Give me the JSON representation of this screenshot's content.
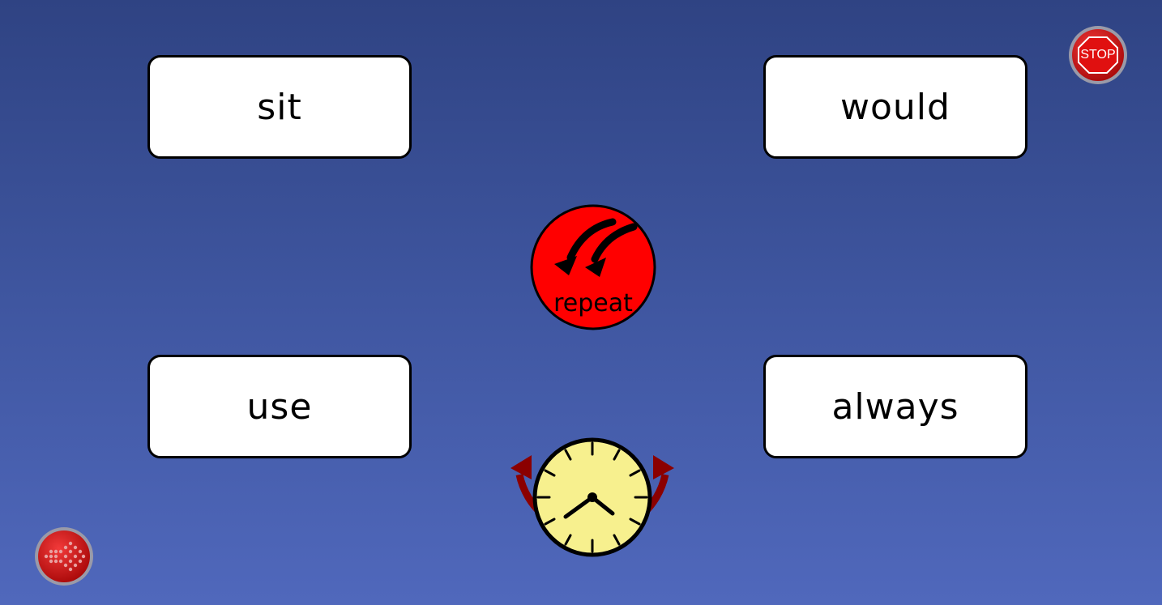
{
  "words": {
    "top_left": "sit",
    "top_right": "would",
    "bottom_left": "use",
    "bottom_right": "always"
  },
  "repeat_button": {
    "label": "repeat",
    "icon": "repeat-arrows-icon"
  },
  "clock_button": {
    "icon": "clock-icon"
  },
  "stop_button": {
    "label": "STOP",
    "icon": "stop-sign-icon"
  },
  "next_button": {
    "icon": "dotted-arrow-icon"
  },
  "colors": {
    "background_top": "#2f4383",
    "background_bottom": "#5068bc",
    "card": "#ffffff",
    "repeat_red": "#ff0000",
    "clock_face": "#f7f08e",
    "clock_arrows": "#8b0000",
    "stop_red": "#e01010"
  }
}
